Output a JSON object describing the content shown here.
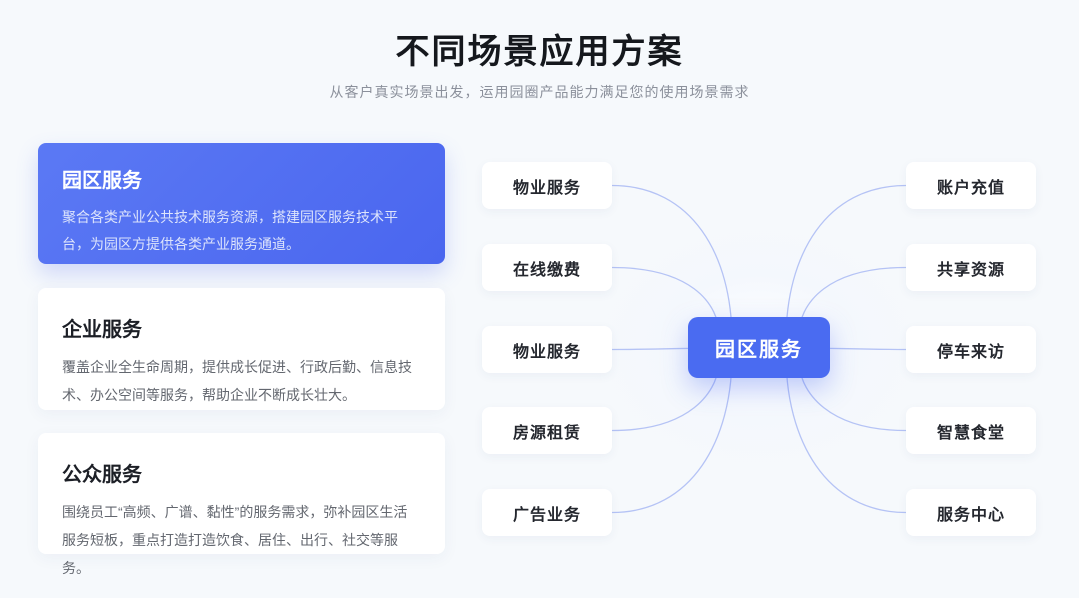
{
  "header": {
    "title": "不同场景应用方案",
    "subtitle": "从客户真实场景出发，运用园圈产品能力满足您的使用场景需求"
  },
  "cards": [
    {
      "title": "园区服务",
      "description": "聚合各类产业公共技术服务资源，搭建园区服务技术平台，为园区方提供各类产业服务通道。",
      "state": "active"
    },
    {
      "title": "企业服务",
      "description": "覆盖企业全生命周期，提供成长促进、行政后勤、信息技术、办公空间等服务，帮助企业不断成长壮大。",
      "state": "default"
    },
    {
      "title": "公众服务",
      "description": "围绕员工“高频、广谱、黏性”的服务需求，弥补园区生活服务短板，重点打造打造饮食、居住、出行、社交等服务。",
      "state": "default"
    }
  ],
  "diagram": {
    "center": "园区服务",
    "left_nodes": [
      "物业服务",
      "在线缴费",
      "物业服务",
      "房源租赁",
      "广告业务"
    ],
    "right_nodes": [
      "账户充值",
      "共享资源",
      "停车来访",
      "智慧食堂",
      "服务中心"
    ],
    "colors": {
      "accent": "#4A6BF1",
      "connector_line": "#B5C3F5",
      "background": "#F6F9FC",
      "card_active_text": "#DDE4FC"
    }
  }
}
